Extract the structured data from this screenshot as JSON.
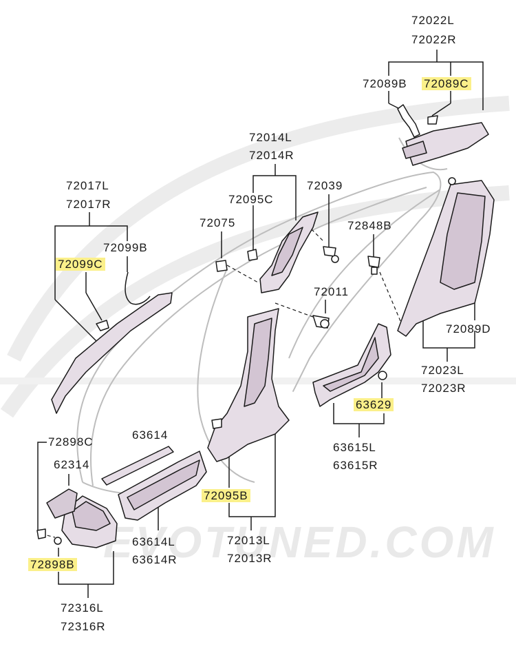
{
  "watermark": "EVOTUNED.COM",
  "highlight_color": "#fbf08a",
  "labels": {
    "p72022L": "72022L",
    "p72022R": "72022R",
    "p72089B": "72089B",
    "p72089C": "72089C",
    "p72014L": "72014L",
    "p72014R": "72014R",
    "p72039": "72039",
    "p72017L": "72017L",
    "p72017R": "72017R",
    "p72095C": "72095C",
    "p72075": "72075",
    "p72848B": "72848B",
    "p72099B": "72099B",
    "p72099C": "72099C",
    "p72011": "72011",
    "p72089D": "72089D",
    "p72023L": "72023L",
    "p72023R": "72023R",
    "p63629": "63629",
    "p72898C": "72898C",
    "p63614": "63614",
    "p63615L": "63615L",
    "p63615R": "63615R",
    "p62314": "62314",
    "p72095B": "72095B",
    "p63614L": "63614L",
    "p63614R": "63614R",
    "p72013L": "72013L",
    "p72013R": "72013R",
    "p72898B": "72898B",
    "p72316L": "72316L",
    "p72316R": "72316R"
  }
}
